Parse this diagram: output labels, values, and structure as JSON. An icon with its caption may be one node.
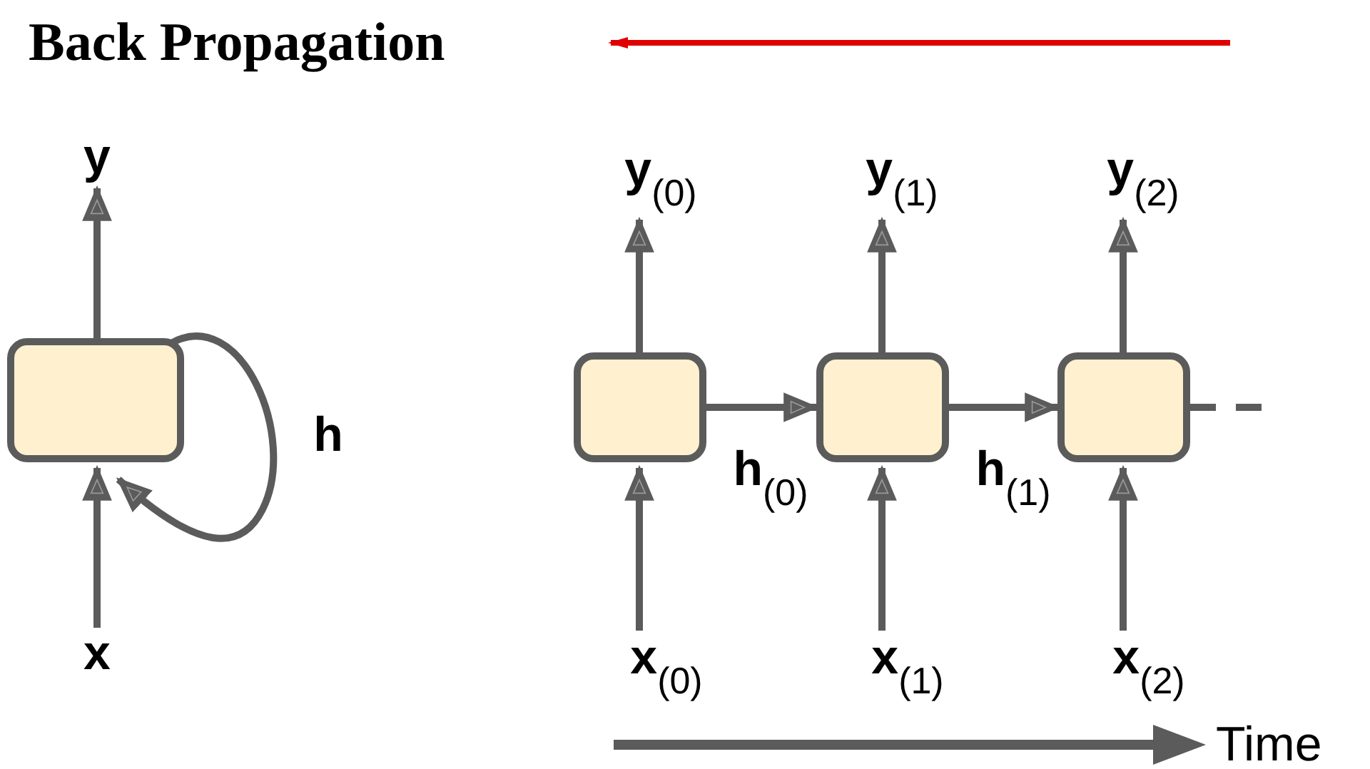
{
  "diagram": {
    "title": "Back Propagation",
    "nodes": [
      {
        "text": [
          "y"
        ]
      },
      {
        "text": [],
        "shape": "box"
      },
      {
        "text": [
          "x"
        ]
      },
      {
        "text": [
          "**y**$_{(0)}$"
        ]
      },
      {
        "text": [
          "**y**$_{(1)}$"
        ]
      },
      {
        "text": [
          "**y**$_{(2)}$"
        ]
      },
      {
        "text": [],
        "shape": "box"
      },
      {
        "text": [],
        "shape": "box"
      },
      {
        "text": [],
        "shape": "box"
      },
      {
        "text": [
          "**x**$_{(0)}$"
        ]
      },
      {
        "text": [
          "**x**$_{(1)}$"
        ]
      },
      {
        "text": [
          "**x**$_{(2)}$"
        ]
      }
    ],
    "edges": [
      {
        "from": 1,
        "to": 0,
        "arrow": "to"
      },
      {
        "from": 2,
        "to": 1,
        "arrow": "to"
      },
      {
        "from": 1,
        "to": 1,
        "arrow": "to",
        "label": "h"
      },
      {
        "from": 6,
        "to": 3,
        "arrow": "to"
      },
      {
        "from": 7,
        "to": 4,
        "arrow": "to"
      },
      {
        "from": 8,
        "to": 5,
        "arrow": "to"
      },
      {
        "from": 9,
        "to": 6,
        "arrow": "to"
      },
      {
        "from": 10,
        "to": 7,
        "arrow": "to"
      },
      {
        "from": 11,
        "to": 8,
        "arrow": "to"
      },
      {
        "from": 6,
        "to": 7,
        "arrow": "to",
        "label": "**h**$_{(0)}$"
      },
      {
        "from": 7,
        "to": 8,
        "arrow": "to",
        "label": "**h**$_{(1)}$"
      },
      {
        "from": 8,
        "to": null,
        "arrow": "none",
        "style": "dashed"
      }
    ],
    "labels": [
      "Time"
    ]
  }
}
